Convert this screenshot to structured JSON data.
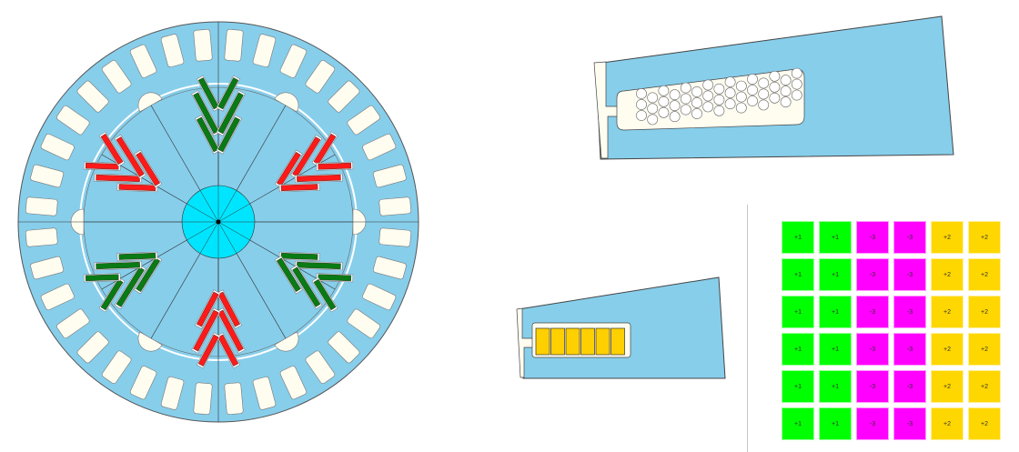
{
  "colors": {
    "stator": "#87ceeb",
    "slot": "#fffdf0",
    "shaft": "#00e5ff",
    "magnet_red": "#ff1a1a",
    "magnet_green": "#0a7a14",
    "conductor_bar": "#ffd000"
  },
  "winding_grid": {
    "rows": [
      [
        "+1",
        "+1",
        "-3",
        "-3",
        "+2",
        "+2"
      ],
      [
        "+1",
        "+1",
        "-3",
        "-3",
        "+2",
        "+2"
      ],
      [
        "+1",
        "+1",
        "-3",
        "-3",
        "+2",
        "+2"
      ],
      [
        "+1",
        "+1",
        "-3",
        "-3",
        "+2",
        "+2"
      ],
      [
        "+1",
        "+1",
        "-3",
        "-3",
        "+2",
        "+2"
      ],
      [
        "+1",
        "+1",
        "-3",
        "-3",
        "+2",
        "+2"
      ]
    ],
    "phase_colors": {
      "+1": "#00ff00",
      "-3": "#ff00ff",
      "+2": "#ffd700"
    }
  },
  "motor": {
    "stator_slots": 36,
    "rotor_poles": 6,
    "magnets_per_pole": 3
  },
  "stranded_slot": {
    "wire_count": 45
  },
  "bar_slot": {
    "bar_count": 6
  }
}
